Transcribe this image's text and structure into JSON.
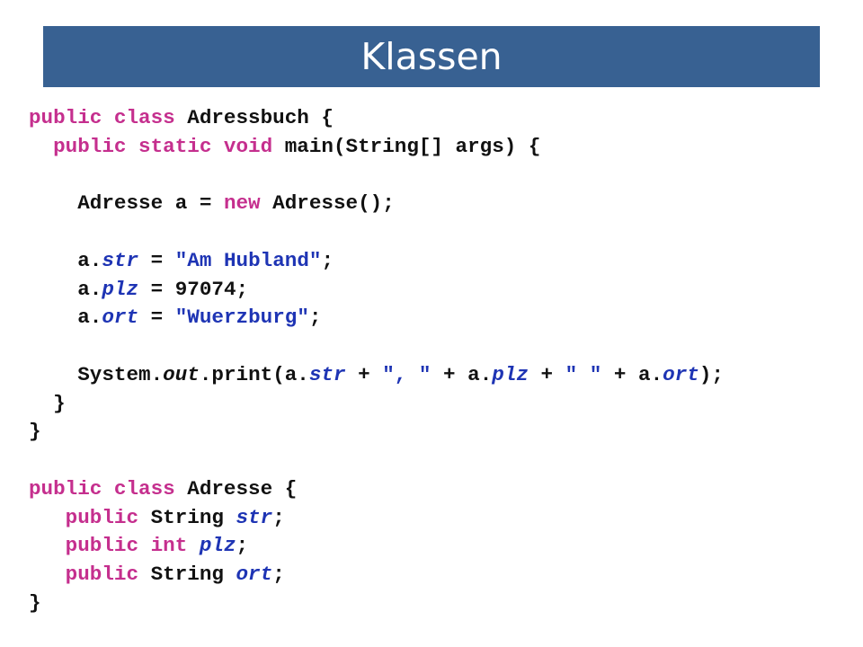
{
  "slide": {
    "title": "Klassen",
    "colors": {
      "title_bar": "#386192",
      "title_text": "#ffffff",
      "keyword": "#c52f8e",
      "field_and_string": "#1e34b4",
      "plain": "#111111"
    },
    "code_lines": [
      [
        {
          "t": "kw",
          "v": "public class"
        },
        {
          "t": "pl",
          "v": " Adressbuch {"
        }
      ],
      [
        {
          "t": "kw",
          "v": "  public static void"
        },
        {
          "t": "pl",
          "v": " main(String[] args) {"
        }
      ],
      [],
      [
        {
          "t": "pl",
          "v": "    Adresse a = "
        },
        {
          "t": "kw",
          "v": "new"
        },
        {
          "t": "pl",
          "v": " Adresse();"
        }
      ],
      [],
      [
        {
          "t": "pl",
          "v": "    a."
        },
        {
          "t": "fld",
          "v": "str"
        },
        {
          "t": "pl",
          "v": " = "
        },
        {
          "t": "str",
          "v": "\"Am Hubland\""
        },
        {
          "t": "pl",
          "v": ";"
        }
      ],
      [
        {
          "t": "pl",
          "v": "    a."
        },
        {
          "t": "fld",
          "v": "plz"
        },
        {
          "t": "pl",
          "v": " = 97074;"
        }
      ],
      [
        {
          "t": "pl",
          "v": "    a."
        },
        {
          "t": "fld",
          "v": "ort"
        },
        {
          "t": "pl",
          "v": " = "
        },
        {
          "t": "str",
          "v": "\"Wuerzburg\""
        },
        {
          "t": "pl",
          "v": ";"
        }
      ],
      [],
      [
        {
          "t": "pl",
          "v": "    System."
        },
        {
          "t": "stat",
          "v": "out"
        },
        {
          "t": "pl",
          "v": ".print(a."
        },
        {
          "t": "fld",
          "v": "str"
        },
        {
          "t": "pl",
          "v": " + "
        },
        {
          "t": "str",
          "v": "\", \""
        },
        {
          "t": "pl",
          "v": " + a."
        },
        {
          "t": "fld",
          "v": "plz"
        },
        {
          "t": "pl",
          "v": " + "
        },
        {
          "t": "str",
          "v": "\" \""
        },
        {
          "t": "pl",
          "v": " + a."
        },
        {
          "t": "fld",
          "v": "ort"
        },
        {
          "t": "pl",
          "v": ");"
        }
      ],
      [
        {
          "t": "pl",
          "v": "  }"
        }
      ],
      [
        {
          "t": "pl",
          "v": "}"
        }
      ],
      [],
      [
        {
          "t": "kw",
          "v": "public class"
        },
        {
          "t": "pl",
          "v": " Adresse {"
        }
      ],
      [
        {
          "t": "kw",
          "v": "   public"
        },
        {
          "t": "pl",
          "v": " String "
        },
        {
          "t": "fld",
          "v": "str"
        },
        {
          "t": "pl",
          "v": ";"
        }
      ],
      [
        {
          "t": "kw",
          "v": "   public int"
        },
        {
          "t": "pl",
          "v": " "
        },
        {
          "t": "fld",
          "v": "plz"
        },
        {
          "t": "pl",
          "v": ";"
        }
      ],
      [
        {
          "t": "kw",
          "v": "   public"
        },
        {
          "t": "pl",
          "v": " String "
        },
        {
          "t": "fld",
          "v": "ort"
        },
        {
          "t": "pl",
          "v": ";"
        }
      ],
      [
        {
          "t": "pl",
          "v": "}"
        }
      ]
    ]
  }
}
